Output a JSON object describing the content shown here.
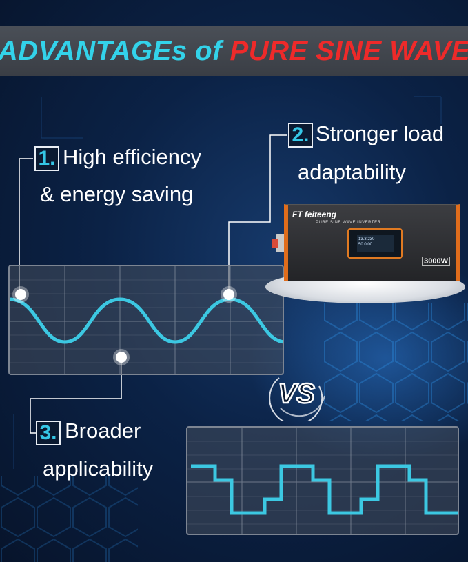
{
  "banner": {
    "title_part1": "ADVANTAGEs of ",
    "title_part2": "PURE SINE WAVE"
  },
  "features": [
    {
      "number": "1.",
      "line1": "High efficiency",
      "line2": "& energy saving"
    },
    {
      "number": "2.",
      "line1": "Stronger load",
      "line2": "adaptability"
    },
    {
      "number": "3.",
      "line1": "Broader",
      "line2": "applicability"
    }
  ],
  "product": {
    "brand": "FT feiteeng",
    "subtitle": "PURE SINE WAVE INVERTER",
    "lcd_line1": "13.3   230",
    "lcd_line2": "50     0.00",
    "wattage": "3000W"
  },
  "vs_label": "VS",
  "colors": {
    "accent_cyan": "#33d3ea",
    "accent_red": "#ee2a2a",
    "wave": "#3cc8e2",
    "inverter_trim": "#e06d1c"
  }
}
